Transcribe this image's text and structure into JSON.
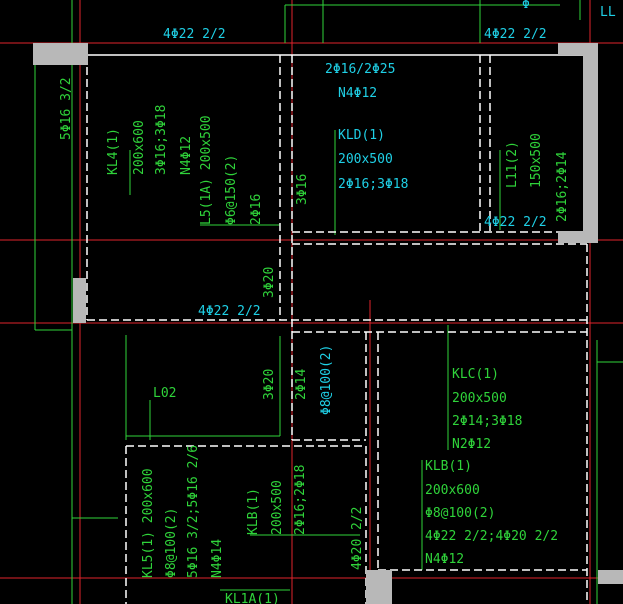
{
  "colors": {
    "background": "#000000",
    "annotation_green": "#2fd33a",
    "annotation_cyan": "#1fd0e6",
    "axis_red": "#e0232b",
    "beam_white": "#ffffff",
    "column_gray": "#b8b8b8"
  },
  "labels": {
    "top_left_rebar": "4Φ22 2/2",
    "top_right_rebar": "4Φ22 2/2",
    "top_corner_partial": "Φ",
    "right_edge_partial": "LL",
    "left_side_rebar": "5Φ16 3/2",
    "kl4": [
      "KL4(1)",
      "200x600",
      "3Φ16;3Φ18",
      "N4Φ12"
    ],
    "l5": [
      "L5(1A) 200x500",
      "Φ6@150(2)",
      "2Φ16"
    ],
    "beam_3d16": "3Φ16",
    "top_mid": [
      "2Φ16/2Φ25",
      "N4Φ12"
    ],
    "kld": [
      "KLD(1)",
      "200x500",
      "2Φ16;3Φ18"
    ],
    "l11": [
      "L11(2)",
      "150x500",
      "2Φ16;2Φ14"
    ],
    "mid_right_rebar": "4Φ22 2/2",
    "beam_3d20_upper": "3Φ20",
    "mid_left_rebar": "4Φ22 2/2",
    "beam_3d20_lower": "3Φ20",
    "beam_2d14": [
      "2Φ14",
      "Φ8@100(2)"
    ],
    "lo2": "L02",
    "klc": [
      "KLC(1)",
      "200x500",
      "2Φ14;3Φ18",
      "N2Φ12"
    ],
    "klb_right": [
      "KLB(1)",
      "200x600",
      "Φ8@100(2)",
      "4Φ22 2/2;4Φ20 2/2",
      "N4Φ12"
    ],
    "kl5": [
      "KL5(1) 200x600",
      "Φ8@100(2)",
      "5Φ16 3/2;5Φ16 2/6",
      "N4Φ14"
    ],
    "klb_mid": [
      "KLB(1)",
      "200x500",
      "2Φ16;2Φ18"
    ],
    "bottom_vertical_2_2": "2/2",
    "bottom_vertical_4d20": "4Φ20",
    "kl1a": "KL1A(1)"
  }
}
